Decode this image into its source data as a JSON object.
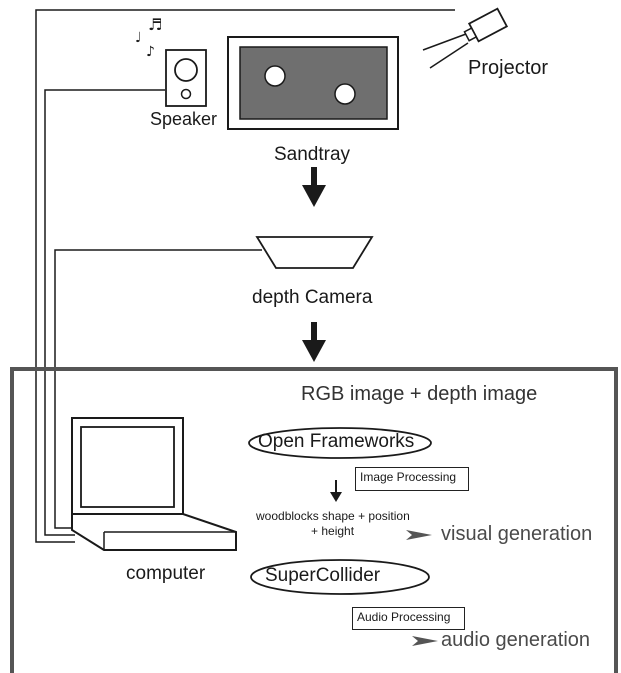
{
  "diagram": {
    "devices": {
      "speaker": "Speaker",
      "sandtray": "Sandtray",
      "projector": "Projector",
      "depth_camera": "depth Camera",
      "computer": "computer"
    },
    "pipeline": {
      "input_images": "RGB image + depth image",
      "open_frameworks": "Open Frameworks",
      "image_processing": "Image Processing",
      "woodblocks_line1": "woodblocks shape + position",
      "woodblocks_line2": "+  height",
      "visual_generation": "visual generation",
      "supercollider": "SuperCollider",
      "audio_processing": "Audio Processing",
      "audio_generation": "audio generation"
    },
    "music_notes": [
      "♩",
      "♬",
      "♪"
    ],
    "colors": {
      "line": "#1a1a1a",
      "computer_box_border": "#555555",
      "sandtray_fill": "#6f6f6f",
      "output_text": "#4a4a4a"
    }
  }
}
